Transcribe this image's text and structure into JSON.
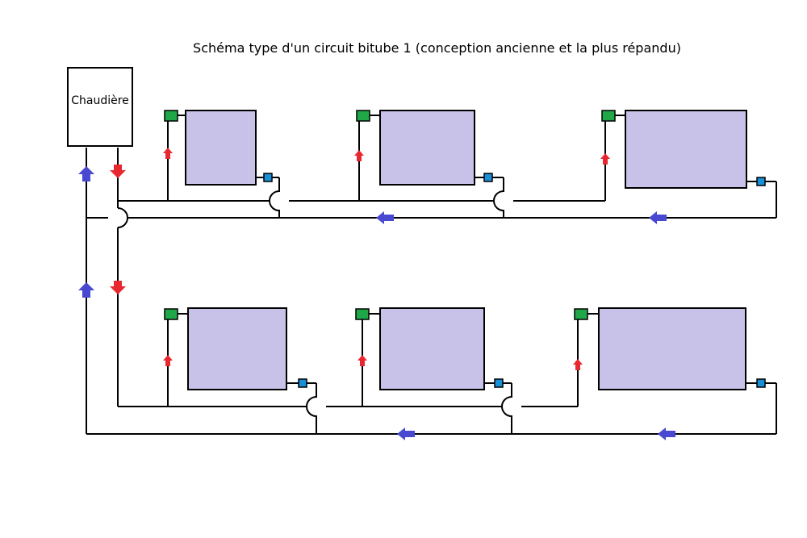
{
  "diagram": {
    "title": "Schéma type d'un circuit bitube 1 (conception ancienne et la plus répandu)",
    "boiler_label": "Chaudière"
  },
  "colors": {
    "pipe": "#000000",
    "radiator_fill": "#c8c2e8",
    "supply_valve": "#20a848",
    "return_valve": "#1890d8",
    "supply_arrow": "#e82830",
    "return_arrow": "#4848d0"
  },
  "icons": {
    "supply_valve": "green-valve-square",
    "return_valve": "blue-valve-square",
    "supply_flow": "red-arrow",
    "return_flow": "blue-arrow"
  },
  "circuits": [
    {
      "name": "upper-floor",
      "radiator_count": 3
    },
    {
      "name": "lower-floor",
      "radiator_count": 3
    }
  ]
}
